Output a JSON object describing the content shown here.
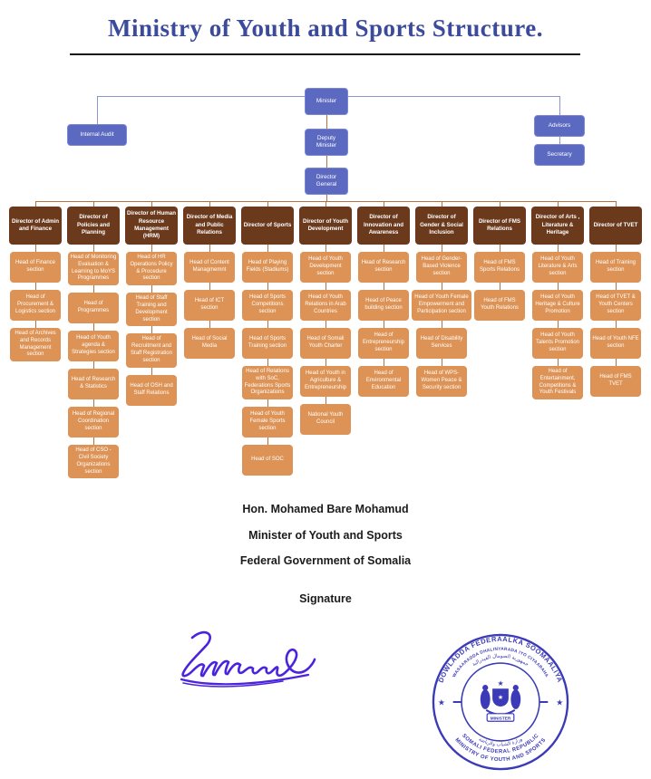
{
  "title": "Ministry of Youth and Sports Structure.",
  "top": {
    "minister": "Minister",
    "internal_audit": "Internal Audit",
    "advisors": "Advisors",
    "secretary": "Secretary",
    "deputy_minister": "Deputy Minister",
    "director_general": "Director General"
  },
  "columns": [
    {
      "director": "Director of Admin and Finance",
      "children": [
        "Head of Finance section",
        "Head of Procurement & Logistics section",
        "Head of Archives and Records Management section"
      ]
    },
    {
      "director": "Director of Policies and Planning",
      "children": [
        "Head of Monitoring Evaluation & Learning to MoYS Programmes",
        "Head of Programmes",
        "Head of Youth agenda & Strategies section",
        "Head of Research & Statistics",
        "Head of Regional Coordination section",
        "Head of CSO - Civil Society Organizations section"
      ]
    },
    {
      "director": "Director of Human Resource Management (HRM)",
      "children": [
        "Head of HR Operations Policy & Procedure section",
        "Head of Staff Training and Development section",
        "Head of Recruitment and Staff Registration section",
        "Head of OSH and Staff Relations"
      ]
    },
    {
      "director": "Director of Media and Public Relations",
      "children": [
        "Head of Content Managmemnt",
        "Head of ICT section",
        "Head of Social Media"
      ]
    },
    {
      "director": "Director of Sports",
      "children": [
        "Head of Playing Fields (Stadiums)",
        "Head of Sports Competitions section",
        "Head of Sports Training section",
        "Head of Relations with SoC, Federations Sports Organizations",
        "Head of Youth Female Sports section",
        "Head of SOC"
      ]
    },
    {
      "director": "Director of Youth Development",
      "children": [
        "Head of Youth Development section",
        "Head of Youth Relations in Arab Countries",
        "Head of Somali Youth Charter",
        "Head of Youth in Agriculture & Entrepreneurship",
        "National Youth Council"
      ]
    },
    {
      "director": "Director of Innovation and Awareness",
      "children": [
        "Head of Research section",
        "Head of Peace building section",
        "Head of Entrepreneurship section",
        "Head of Environmental Education"
      ]
    },
    {
      "director": "Director of Gender & Social Inclusion",
      "children": [
        "Head of Gender-Based Violence section",
        "Head of Youth Female Empowerment and Participation section",
        "Head of Disability Services",
        "Head of WPS- Women Peace & Security section"
      ]
    },
    {
      "director": "Director of FMS Relations",
      "children": [
        "Head of FMS Sports Relations",
        "Head of FMS Youth Relations"
      ]
    },
    {
      "director": "Director of Arts , Literature & Heritage",
      "children": [
        "Head of Youth Literature & Arts section",
        "Head of Youth Heritage & Culture Promotion",
        "Head of Youth Talents Promotion section",
        "Head of Entertainment, Competitions & Youth Festivals"
      ]
    },
    {
      "director": "Director of TVET",
      "children": [
        "Head of Training section",
        "Head of TVET & Youth Centers section",
        "Head of Youth NFE section",
        "Head of FMS TVET"
      ]
    }
  ],
  "footer": {
    "name": "Hon. Mohamed Bare Mohamud",
    "position": "Minister of Youth and Sports",
    "government": "Federal Government of Somalia",
    "signature_label": "Signature"
  },
  "seal": {
    "arc_top_1": "DOWLADDA FEDERAALKA SOOMAALIYA",
    "arc_top_2": "WASAARADDA DHALINYARADA IYO CIYAARAHA",
    "arabic_top": "جمهورية الصومال الفيدرالية",
    "center_label": "MINISTER",
    "arabic_bottom": "وزارة الشباب والرياضة",
    "arc_bottom_1": "SOMALI FEDERAL REPUBLIC",
    "arc_bottom_2": "MINISTRY OF YOUTH AND SPORTS",
    "star_left": "★",
    "star_right": "★"
  },
  "colors": {
    "title_blue": "#3b4a9b",
    "box_blue": "#5b69c1",
    "director_brown": "#6b3a1d",
    "head_orange": "#dc9355",
    "connector_tan": "#b5713c",
    "connector_blue": "#8a94cf",
    "seal_blue": "#2d2db3",
    "signature_ink": "#4b23dd"
  }
}
